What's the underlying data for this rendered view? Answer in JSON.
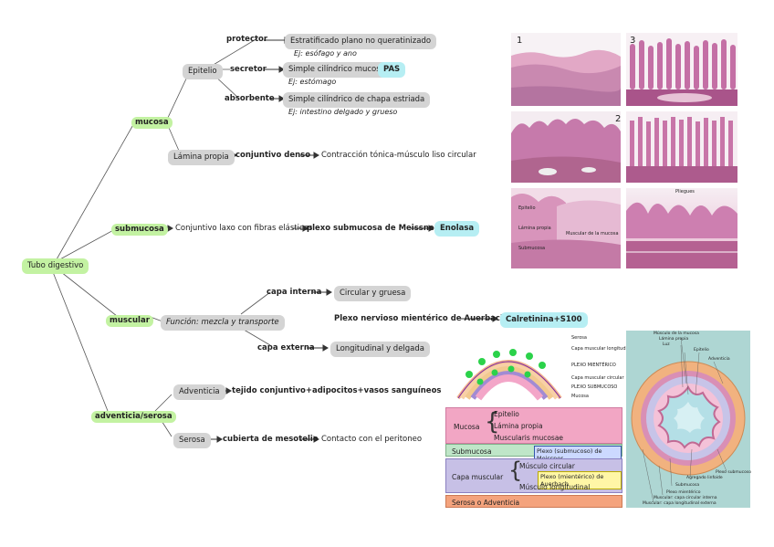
{
  "root": "Tubo digestivo",
  "branches": {
    "mucosa": "mucosa",
    "submucosa": "submucosa",
    "muscular": "muscular",
    "adventicia": "adventicia/serosa"
  },
  "mucosa": {
    "epitelio": "Epitelio",
    "lamina": "Lámina propia",
    "protector": "protector",
    "secretor": "secretor",
    "absorbente": "absorbente",
    "estratificado": "Estratificado plano no queratinizado",
    "ej_esofago": "Ej: esófago y ano",
    "simple_mucoso": "Simple cilíndrico mucoso",
    "pas": "PAS",
    "ej_estomago": "Ej: estómago",
    "simple_chapa": "Simple cilíndrico de chapa estriada",
    "ej_intestino": "Ej: intestino delgado y grueso",
    "conjuntivo_denso": "conjuntivo denso",
    "contraccion": "Contracción tónica-músculo liso circular"
  },
  "submucosa": {
    "conjuntivo_laxo": "Conjuntivo laxo con fibras elásticas",
    "plexo": "plexo submucosa de Meissner",
    "enolasa": "Enolasa"
  },
  "muscular": {
    "funcion": "Función: mezcla y transporte",
    "capa_interna": "capa interna",
    "circular": "Circular y gruesa",
    "capa_externa": "capa externa",
    "longitudinal": "Longitudinal y delgada",
    "plexo_auerbach": "Plexo nervioso mientérico de Auerbach",
    "calretinina": "Calretinina+S100"
  },
  "adventicia": {
    "adventicia": "Adventicia",
    "tejido": "tejido conjuntivo+adipocitos+vasos sanguíneos",
    "serosa": "Serosa",
    "cubierta": "cubierta de mesotelio",
    "contacto": "Contacto con el peritoneo"
  },
  "micro_labels": {
    "n1": "1",
    "n2": "2",
    "n3": "3",
    "epitelio": "Epitelio",
    "lamina": "Lámina propia",
    "muscular_mucosa": "Muscular de la mucosa",
    "submucosa": "Submucosa",
    "pliegues": "Pliegues"
  },
  "wall_diagram": {
    "serosa": "Serosa",
    "capa_long": "Capa muscular longitudinal",
    "plexo_mient": "PLEXO MIENTÉRICO",
    "capa_circ": "Capa muscular circular",
    "plexo_sub": "PLEXO SUBMUCOSO",
    "mucosa": "Mucosa"
  },
  "legend": {
    "mucosa": "Mucosa",
    "epitelio": "Epitelio",
    "lamina": "Lámina propia",
    "muscularis": "Muscularis mucosae",
    "submucosa": "Submucosa",
    "plexo_meissner": "Plexo (submucoso) de Meissner",
    "capa_muscular": "Capa muscular",
    "musc_circular": "Músculo circular",
    "plexo_auerbach": "Plexo (mientérico) de Auerbach",
    "musc_long": "Músculo longitudinal",
    "serosa": "Serosa o Adventicia"
  },
  "cross_section": {
    "musculo_mucosa": "Músculo de la mucosa",
    "lamina": "Lámina propia",
    "luz": "Luz",
    "epitelio": "Epitelio",
    "adventicia": "Adventicia",
    "plexo_sub": "Plexo submucoso",
    "agregado": "Agregado linfoide",
    "submucosa": "Submucosa",
    "plexo_mient": "Plexo mientérico",
    "musc_circ": "Muscular: capa circular interna",
    "musc_long": "Muscular: capa longitudinal externa"
  },
  "colors": {
    "green_node": "#c3f2a2",
    "gray_node": "#d4d4d4",
    "cyan_node": "#b6eef3",
    "legend_mucosa": "#f2a6c4",
    "legend_submucosa": "#bfe6c8",
    "legend_muscular": "#c7c0e6",
    "legend_serosa": "#f4a37d"
  }
}
